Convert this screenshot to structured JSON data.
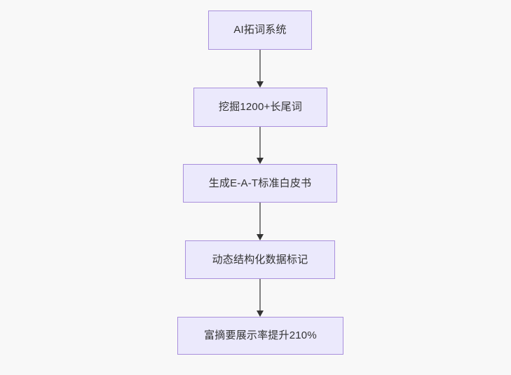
{
  "diagram": {
    "type": "flowchart",
    "orientation": "top-to-bottom",
    "background_color": "#f8f8f8",
    "node_fill_color": "#ebe9fc",
    "node_border_color": "#a98fdc",
    "node_text_color": "#333333",
    "edge_line_color": "#808080",
    "edge_arrow_color": "#333333",
    "nodes": [
      {
        "id": "n1",
        "label": "AI拓词系统"
      },
      {
        "id": "n2",
        "label": "挖掘1200+长尾词"
      },
      {
        "id": "n3",
        "label": "生成E-A-T标准白皮书"
      },
      {
        "id": "n4",
        "label": "动态结构化数据标记"
      },
      {
        "id": "n5",
        "label": "富摘要展示率提升210%"
      }
    ],
    "edges": [
      {
        "id": "e1",
        "from": "n1",
        "to": "n2",
        "label": ""
      },
      {
        "id": "e2",
        "from": "n2",
        "to": "n3",
        "label": ""
      },
      {
        "id": "e3",
        "from": "n3",
        "to": "n4",
        "label": ""
      },
      {
        "id": "e4",
        "from": "n4",
        "to": "n5",
        "label": ""
      }
    ]
  }
}
